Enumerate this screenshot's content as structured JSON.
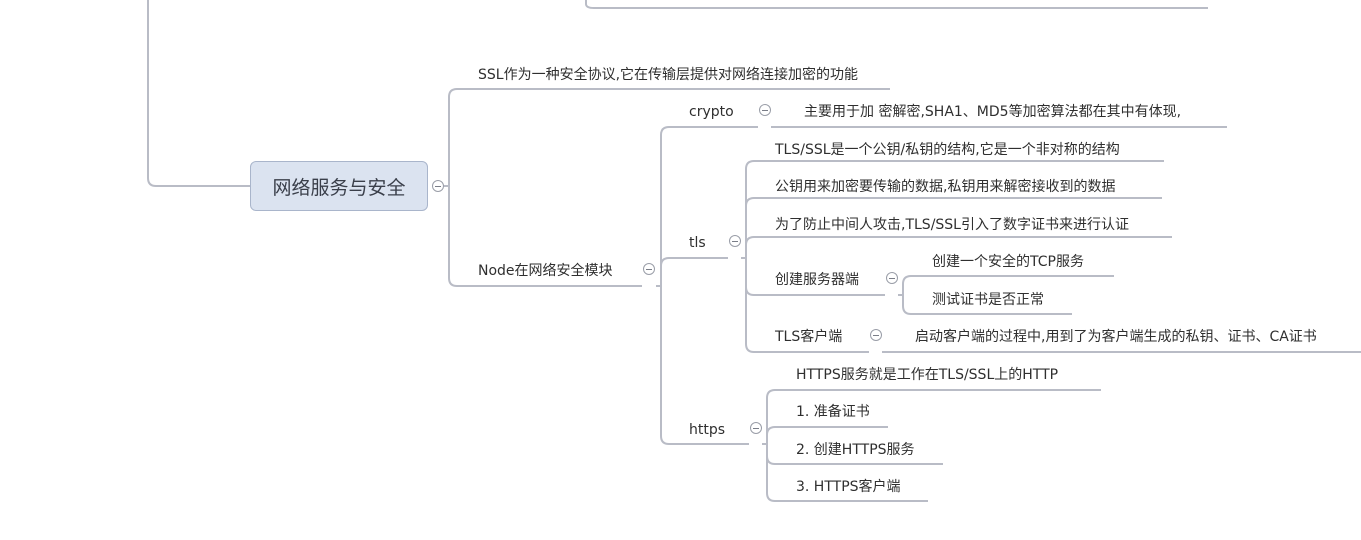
{
  "root": {
    "label": "网络服务与安全"
  },
  "nodes": {
    "ssl": "SSL作为一种安全协议,它在传输层提供对网络连接加密的功能",
    "node_mod": "Node在网络安全模块",
    "crypto": "crypto",
    "crypto_desc": "主要用于加 密解密,SHA1、MD5等加密算法都在其中有体现,",
    "tls": "tls",
    "tls_1": "TLS/SSL是一个公钥/私钥的结构,它是一个非对称的结构",
    "tls_2": "公钥用来加密要传输的数据,私钥用来解密接收到的数据",
    "tls_3": "为了防止中间人攻击,TLS/SSL引入了数字证书来进行认证",
    "tls_server": "创建服务器端",
    "tls_server_1": "创建一个安全的TCP服务",
    "tls_server_2": "测试证书是否正常",
    "tls_client": "TLS客户端",
    "tls_client_1": "启动客户端的过程中,用到了为客户端生成的私钥、证书、CA证书",
    "https": "https",
    "https_1": "HTTPS服务就是工作在TLS/SSL上的HTTP",
    "https_2": "1. 准备证书",
    "https_3": "2. 创建HTTPS服务",
    "https_4": "3. HTTPS客户端"
  },
  "toggle_icon": "collapse-icon",
  "colors": {
    "line": "#b9bcc6",
    "root_fill": "#dbe3f0",
    "root_border": "#a9b5cb",
    "text": "#2f2f2f"
  }
}
